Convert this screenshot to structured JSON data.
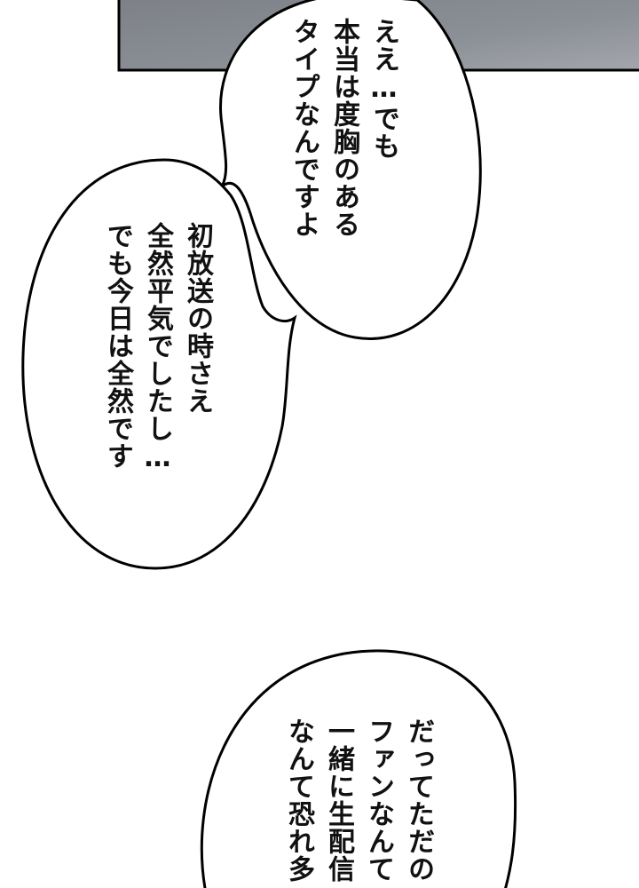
{
  "panel": {
    "background_color": "#ffffff",
    "gray_panel_color": "#888c93",
    "bubble_fill": "#ffffff",
    "bubble_stroke": "#000000"
  },
  "bubbles": {
    "top": {
      "lines": [
        "ええ…でも",
        "本当は度胸のある",
        "タイプなんですよ"
      ]
    },
    "left": {
      "lines": [
        "初放送の時さえ",
        "全然平気でしたし…",
        "でも今日は全然です"
      ]
    },
    "bottom": {
      "lines": [
        "だってただの",
        "ファンなんて",
        "一緒に生配信",
        "なんて恐れ多"
      ]
    }
  }
}
